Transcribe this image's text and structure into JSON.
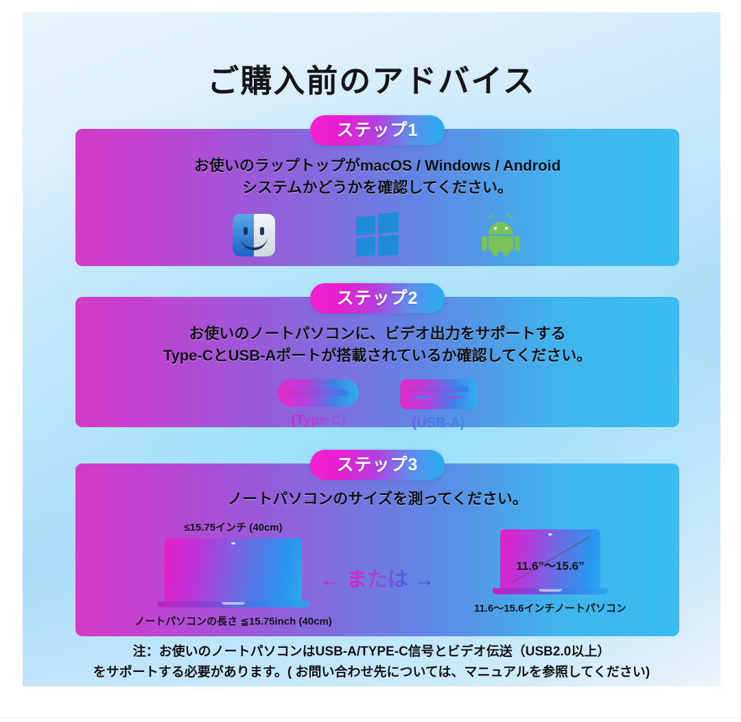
{
  "page": {
    "title": "ご購入前のアドバイス",
    "accent_magenta": "#e91ed0",
    "accent_cyan": "#22aff2",
    "card_bg": "#bfe4fa"
  },
  "steps": [
    {
      "badge": "ステップ1",
      "lines": [
        "お使いのラップトップがmacOS / Windows / Android",
        "システムかどうかを確認してください。"
      ],
      "icons": [
        {
          "name": "macos-finder-icon",
          "label": "macOS"
        },
        {
          "name": "windows-logo-icon",
          "label": "Windows"
        },
        {
          "name": "android-robot-icon",
          "label": "Android"
        }
      ]
    },
    {
      "badge": "ステップ2",
      "lines": [
        "お使いのノートパソコンに、ビデオ出力をサポートする",
        "Type-CとUSB-Aポートが搭載されているか確認してください。"
      ],
      "ports": [
        {
          "name": "usb-type-c-port-icon",
          "label": "(Type-C)"
        },
        {
          "name": "usb-type-a-port-icon",
          "label": "(USB-A)"
        }
      ]
    },
    {
      "badge": "ステップ3",
      "lines": [
        "ノートパソコンのサイズを測ってください。"
      ],
      "laptops": {
        "left": {
          "caption_top": "≤15.75インチ (40cm)",
          "caption_bottom": "ノートパソコンの長さ ≦15.75inch (40cm)"
        },
        "or": "← または →",
        "right": {
          "screen_text": "11.6”〜15.6”",
          "caption_bottom": "11.6〜15.6インチノートパソコン"
        }
      }
    }
  ],
  "footer": {
    "line1": "注：お使いのノートパソコンはUSB-A/TYPE-C信号とビデオ伝送（USB2.0以上）",
    "line2": "をサポートする必要があります。( お問い合わせ先については、マニュアルを参照してください)"
  }
}
